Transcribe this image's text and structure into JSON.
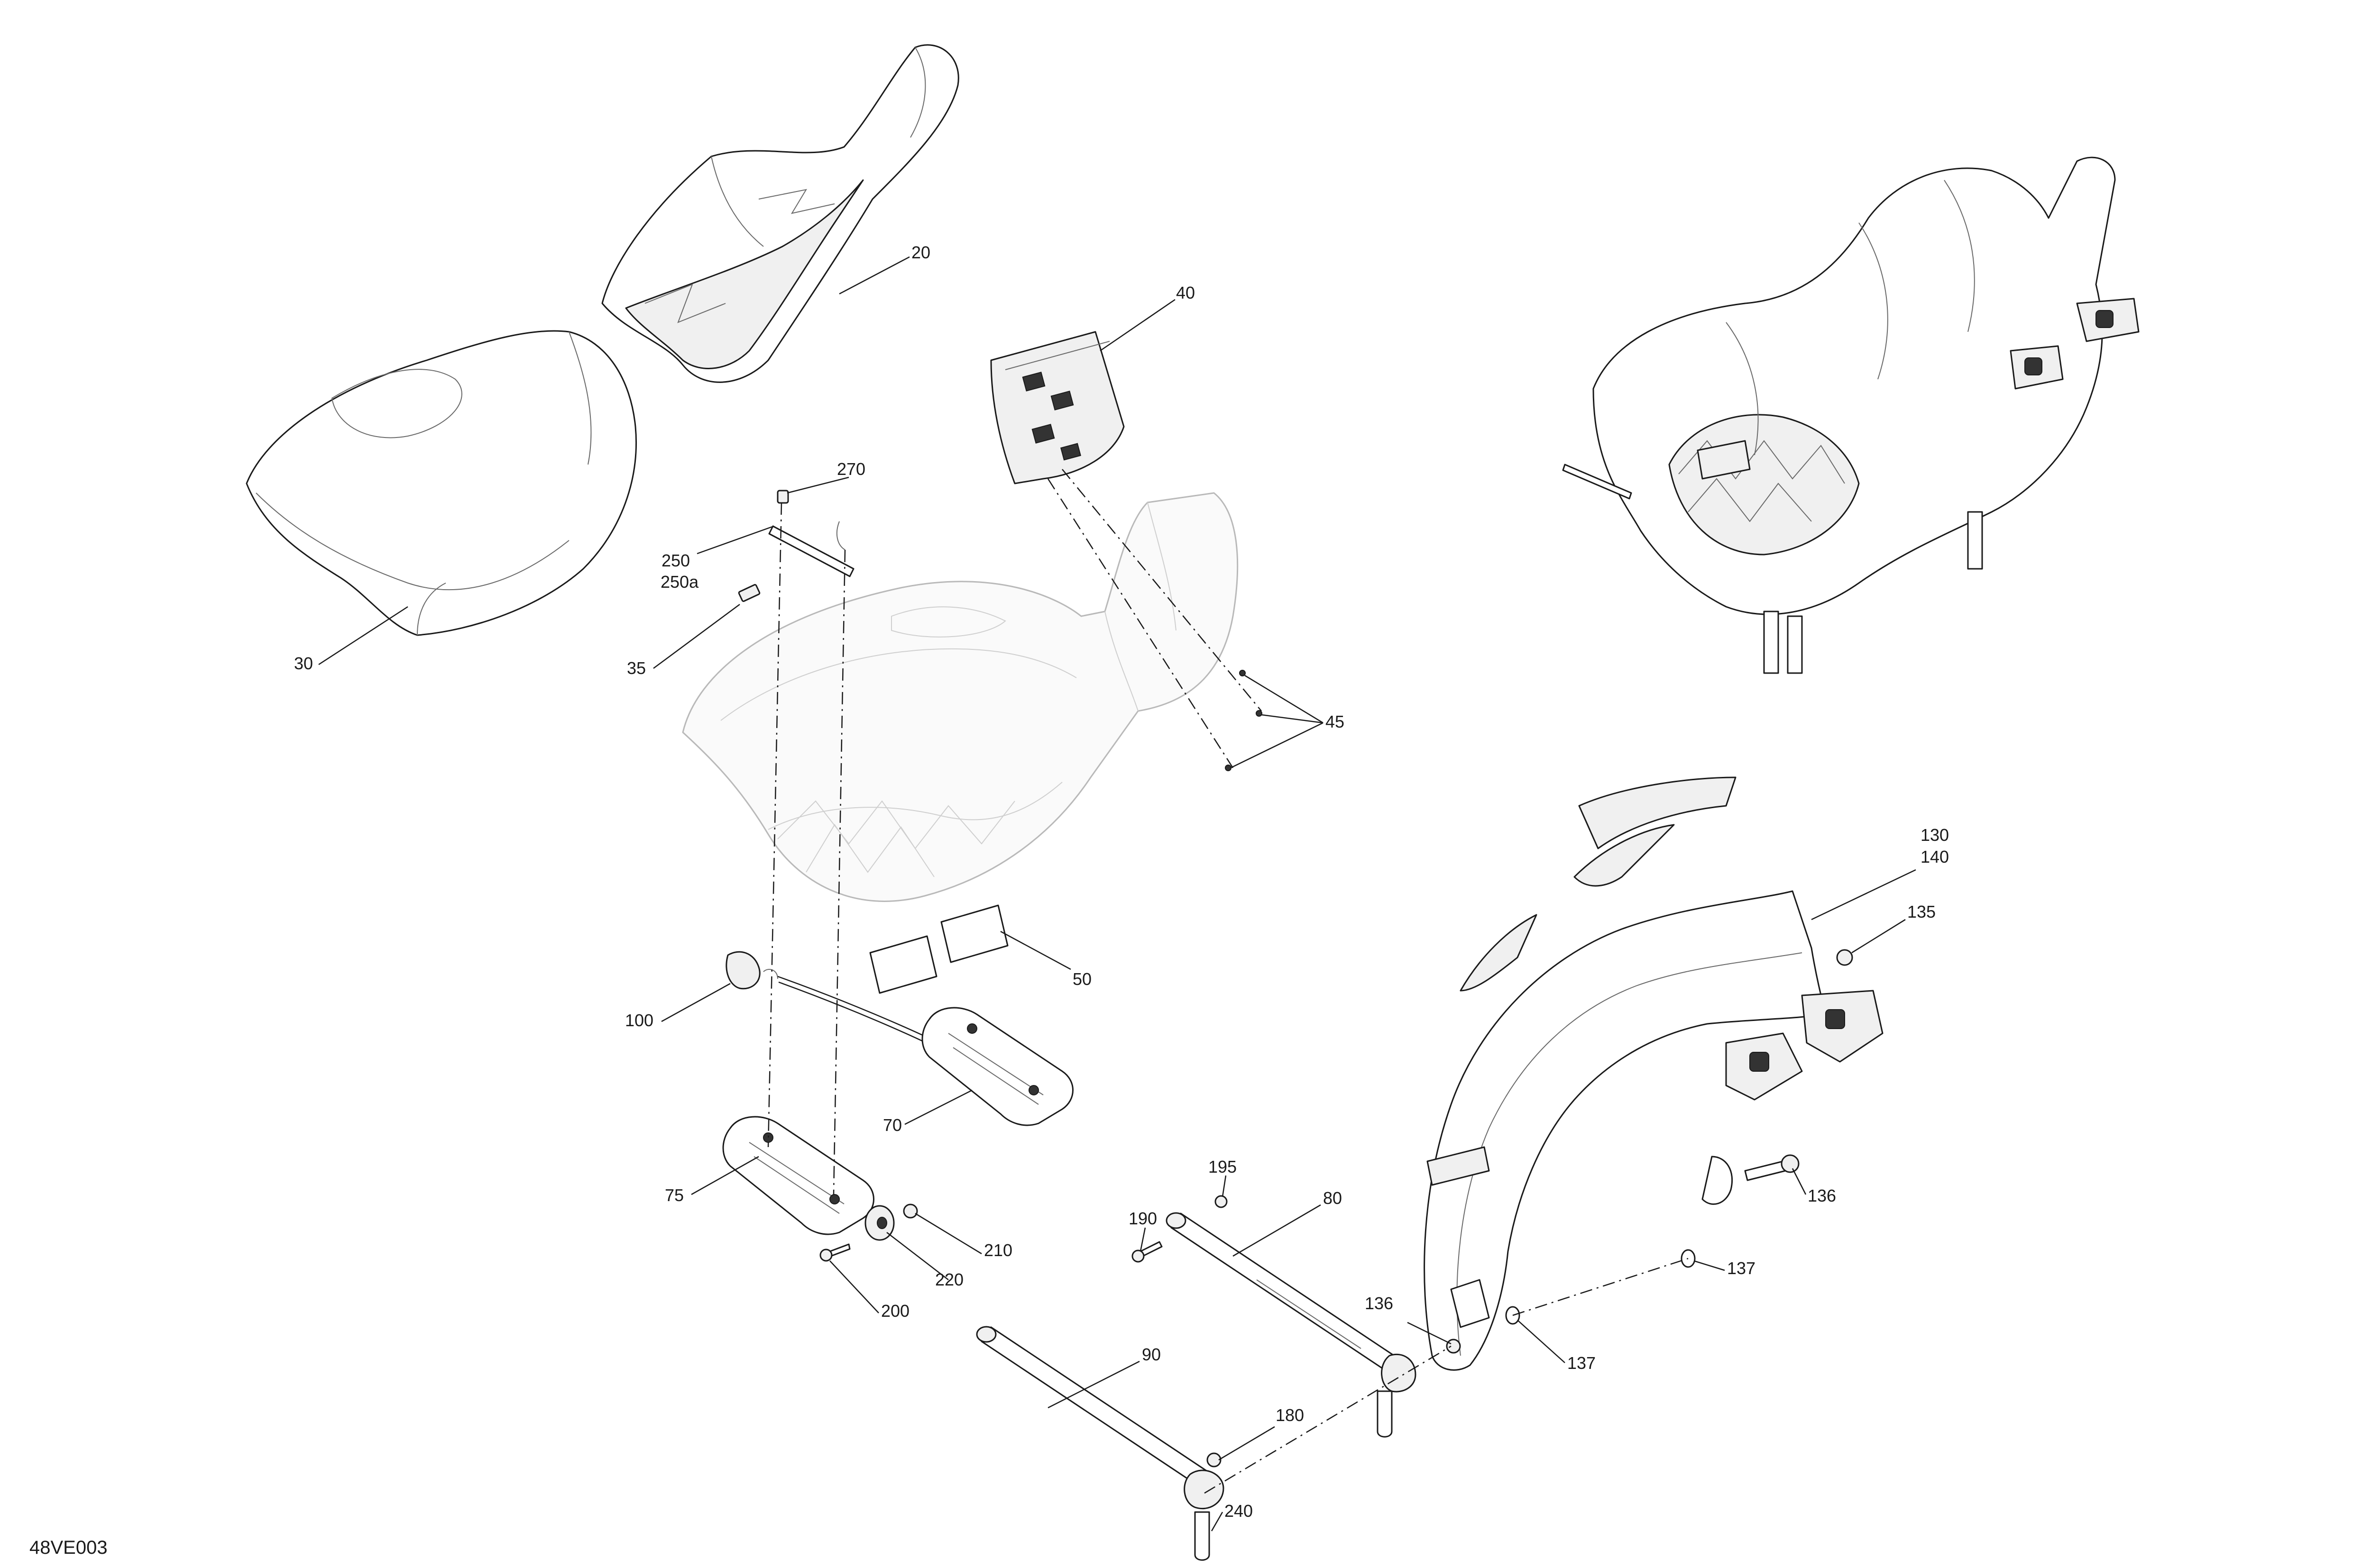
{
  "diagram": {
    "document_id": "48VE003",
    "callouts": [
      {
        "id": "c20",
        "label": "20"
      },
      {
        "id": "c30",
        "label": "30"
      },
      {
        "id": "c35",
        "label": "35"
      },
      {
        "id": "c40",
        "label": "40"
      },
      {
        "id": "c45",
        "label": "45"
      },
      {
        "id": "c50",
        "label": "50"
      },
      {
        "id": "c70",
        "label": "70"
      },
      {
        "id": "c75",
        "label": "75"
      },
      {
        "id": "c80",
        "label": "80"
      },
      {
        "id": "c90",
        "label": "90"
      },
      {
        "id": "c100",
        "label": "100"
      },
      {
        "id": "c130",
        "label": "130"
      },
      {
        "id": "c140",
        "label": "140"
      },
      {
        "id": "c135",
        "label": "135"
      },
      {
        "id": "c136a",
        "label": "136"
      },
      {
        "id": "c136b",
        "label": "136"
      },
      {
        "id": "c137a",
        "label": "137"
      },
      {
        "id": "c137b",
        "label": "137"
      },
      {
        "id": "c180",
        "label": "180"
      },
      {
        "id": "c190",
        "label": "190"
      },
      {
        "id": "c195",
        "label": "195"
      },
      {
        "id": "c200",
        "label": "200"
      },
      {
        "id": "c210",
        "label": "210"
      },
      {
        "id": "c220",
        "label": "220"
      },
      {
        "id": "c240",
        "label": "240"
      },
      {
        "id": "c250",
        "label": "250"
      },
      {
        "id": "c250a",
        "label": "250a"
      },
      {
        "id": "c270",
        "label": "270"
      }
    ]
  }
}
